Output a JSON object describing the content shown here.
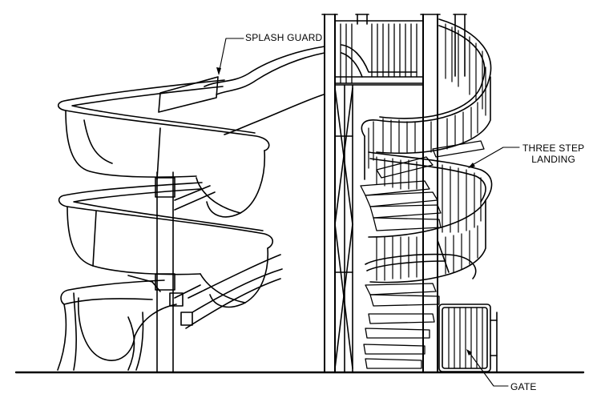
{
  "labels": {
    "splash_guard": "SPLASH GUARD",
    "three_step_line1": "THREE STEP",
    "three_step_line2": "LANDING",
    "gate": "GATE"
  },
  "colors": {
    "line": "#000000",
    "background": "#ffffff"
  }
}
